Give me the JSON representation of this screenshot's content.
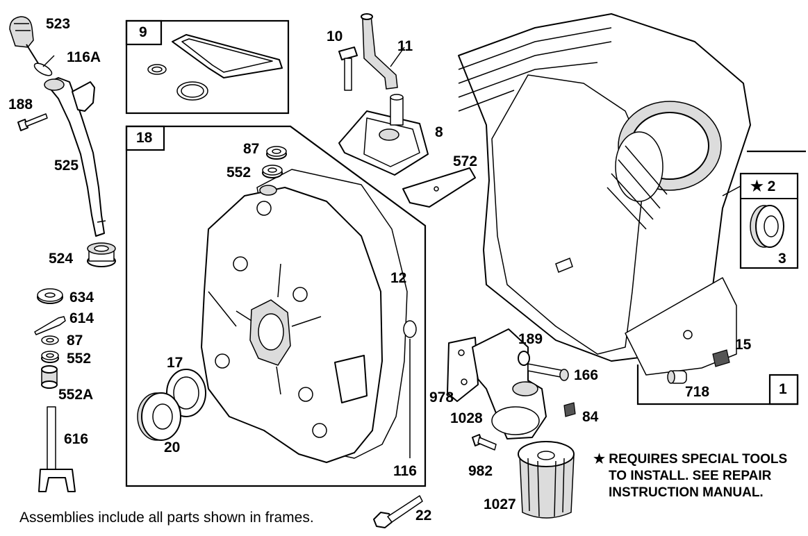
{
  "frames": {
    "f9": {
      "tag": "9"
    },
    "f18": {
      "tag": "18"
    },
    "f2": {
      "tag": "★ 2"
    },
    "f1": {
      "tag": "1"
    }
  },
  "labels": {
    "p523": "523",
    "p116a": "116A",
    "p188": "188",
    "p525": "525",
    "p524": "524",
    "p634": "634",
    "p614": "614",
    "p87a": "87",
    "p552a": "552",
    "p552A": "552A",
    "p616": "616",
    "p10": "10",
    "p11": "11",
    "p8": "8",
    "p572": "572",
    "p87b": "87",
    "p552b": "552",
    "p12": "12",
    "p17": "17",
    "p20": "20",
    "p116": "116",
    "p22": "22",
    "p189": "189",
    "p166": "166",
    "p978": "978",
    "p1028": "1028",
    "p84": "84",
    "p982": "982",
    "p1027": "1027",
    "p15": "15",
    "p718": "718",
    "p3": "3"
  },
  "note": {
    "line1": "★ REQUIRES SPECIAL TOOLS",
    "line2": "TO INSTALL.  SEE REPAIR",
    "line3": "INSTRUCTION MANUAL."
  },
  "footer": "Assemblies include all parts shown in frames."
}
